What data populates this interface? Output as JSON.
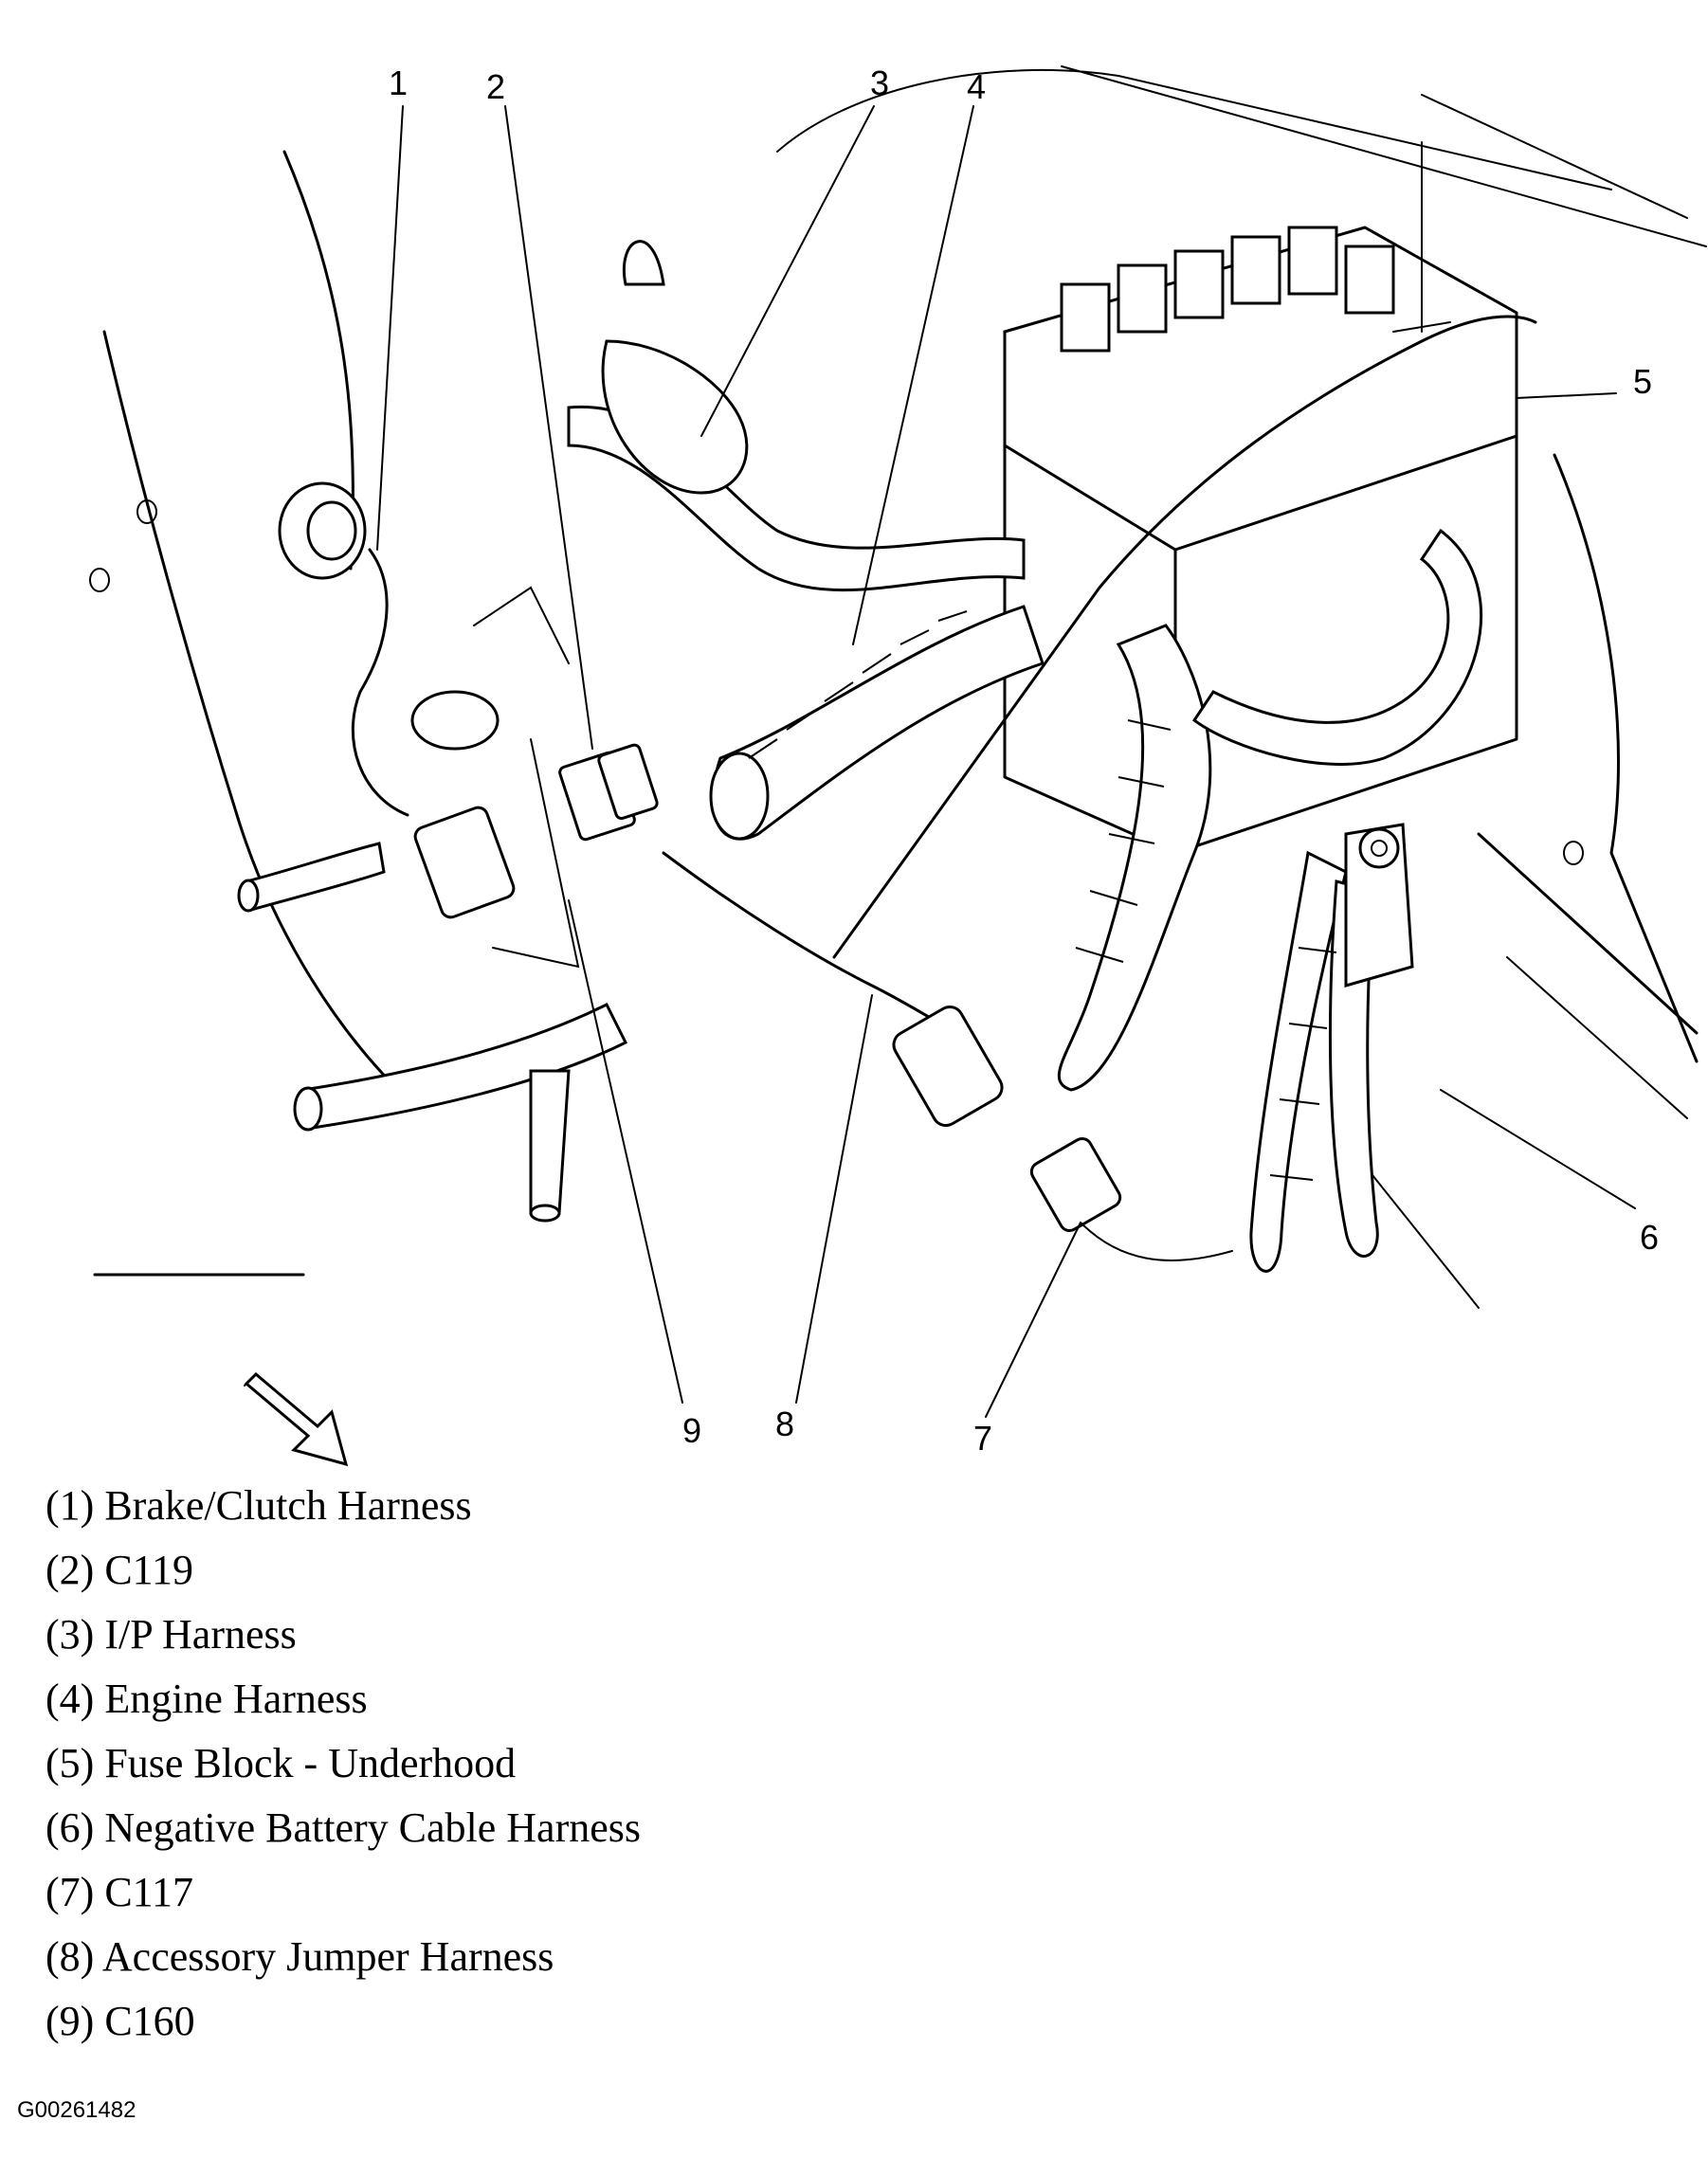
{
  "callouts": [
    "1",
    "2",
    "3",
    "4",
    "5",
    "6",
    "7",
    "8",
    "9"
  ],
  "legend": [
    {
      "number": "(1)",
      "label": "Brake/Clutch Harness"
    },
    {
      "number": "(2)",
      "label": "C119"
    },
    {
      "number": "(3)",
      "label": "I/P Harness"
    },
    {
      "number": "(4)",
      "label": "Engine Harness"
    },
    {
      "number": "(5)",
      "label": "Fuse Block - Underhood"
    },
    {
      "number": "(6)",
      "label": "Negative Battery Cable Harness"
    },
    {
      "number": "(7)",
      "label": "C117"
    },
    {
      "number": "(8)",
      "label": "Accessory Jumper Harness"
    },
    {
      "number": "(9)",
      "label": "C160"
    }
  ],
  "figure_id": "G00261482",
  "icons": {
    "direction_arrow": "forward-arrow-icon"
  }
}
